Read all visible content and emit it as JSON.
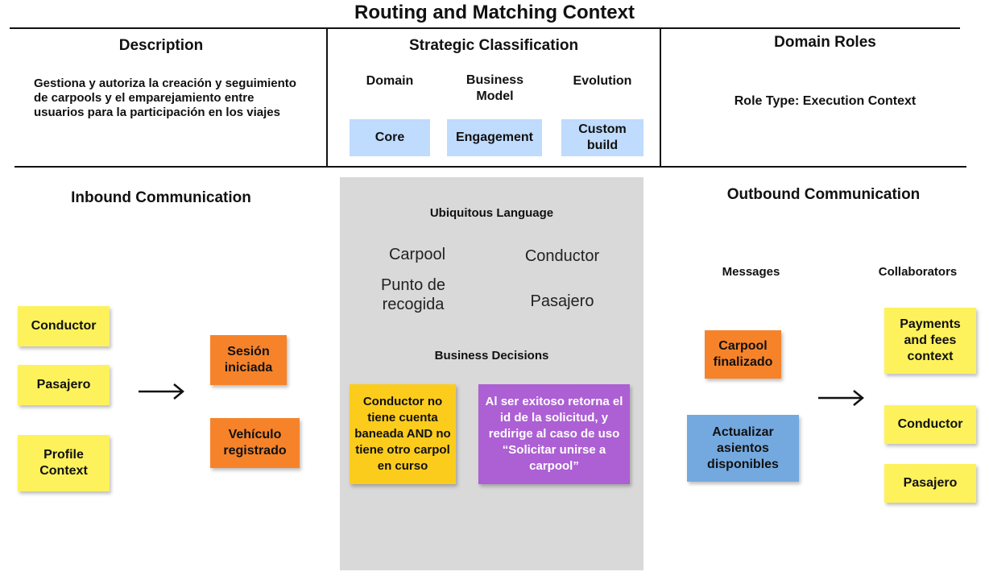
{
  "title": "Routing and Matching Context",
  "description": {
    "heading": "Description",
    "text": "Gestiona y autoriza la creación y seguimiento de carpools y el emparejamiento entre usuarios para la participación en los viajes"
  },
  "strategic": {
    "heading": "Strategic Classification",
    "domain_label": "Domain",
    "business_model_label": "Business Model",
    "evolution_label": "Evolution",
    "domain_value": "Core",
    "business_model_value": "Engagement",
    "evolution_value": "Custom build"
  },
  "roles": {
    "heading": "Domain Roles",
    "role_type": "Role Type: Execution Context"
  },
  "inbound": {
    "heading": "Inbound Communication",
    "collaborators": [
      "Conductor",
      "Pasajero",
      "Profile Context"
    ],
    "messages": [
      "Sesión iniciada",
      "Vehículo registrado"
    ]
  },
  "ubiquitous": {
    "heading": "Ubiquitous Language",
    "terms": [
      "Carpool",
      "Conductor",
      "Punto de recogida",
      "Pasajero"
    ]
  },
  "business_decisions": {
    "heading": "Business Decisions",
    "items": [
      "Conductor no tiene cuenta baneada AND no tiene otro carpol en curso",
      "Al ser exitoso retorna el id de la solicitud, y redirige al caso de uso “Solicitar unirse a carpool”"
    ]
  },
  "outbound": {
    "heading": "Outbound Communication",
    "messages_label": "Messages",
    "collaborators_label": "Collaborators",
    "messages": [
      "Carpool finalizado",
      "Actualizar asientos disponibles"
    ],
    "collaborators": [
      "Payments and fees context",
      "Conductor",
      "Pasajero"
    ]
  },
  "colors": {
    "collaborator": "#fdf25c",
    "event": "#f6832a",
    "decision": "#fccc1d",
    "policy": "#ad5fd4",
    "command": "#74a9e0",
    "classification": "#bfdbfe",
    "ubiquitous_panel": "#d9d9d9"
  },
  "icons": [
    "arrow-right-icon"
  ]
}
